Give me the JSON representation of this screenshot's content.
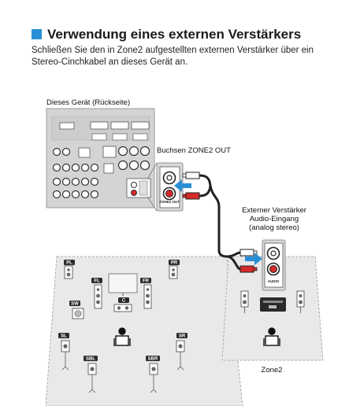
{
  "heading": "Verwendung eines externen Verstärkers",
  "intro": "Schließen Sie den in Zone2 aufgestellten externen Verstärker über ein Stereo-Cinchkabel an dieses Gerät an.",
  "device_label": "Dieses Gerät (Rückseite)",
  "jacks_label": "Buchsen ZONE2 OUT",
  "jacks_panel_text": "ZONE2 OUT",
  "amp_label_1": "Externer Verstärker",
  "amp_label_2": "Audio-Eingang",
  "amp_label_3": "(analog stereo)",
  "amp_panel_text": "AUDIO",
  "zone2_label": "Zone2",
  "speakers": {
    "pl": "PL",
    "pr": "PR",
    "fl": "FL",
    "fr": "FR",
    "c": "C",
    "sw": "SW",
    "sl": "SL",
    "sr": "SR",
    "sbl": "SBL",
    "sbr": "SBR"
  },
  "colors": {
    "accent": "#2a8fd6",
    "jack_red": "#d42a2a",
    "panel_gray": "#d9d9d9",
    "room_gray": "#e8e8e8",
    "badge_dark": "#2b2b2b"
  }
}
